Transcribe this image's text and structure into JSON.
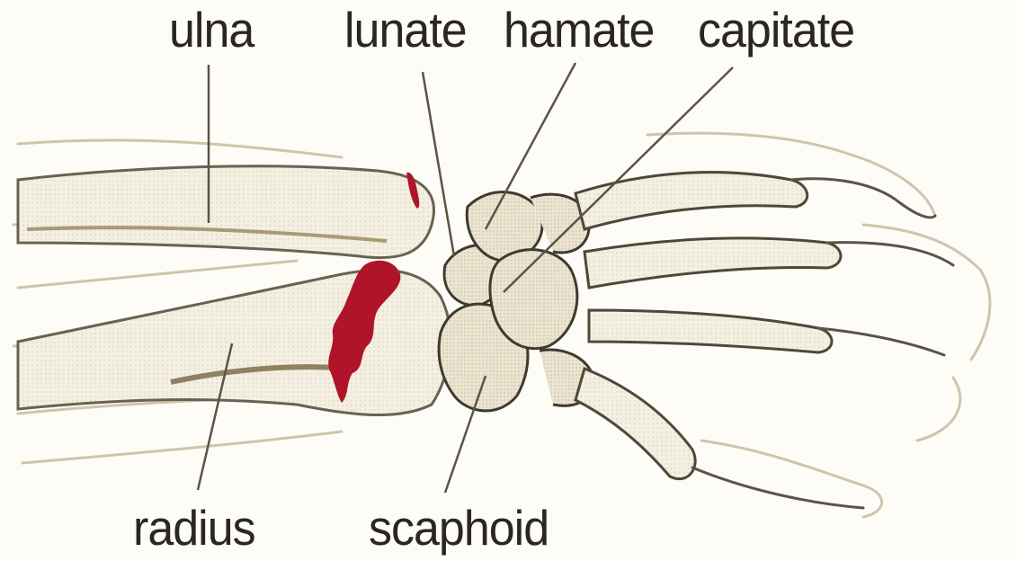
{
  "diagram": {
    "labels": {
      "ulna": "ulna",
      "lunate": "lunate",
      "hamate": "hamate",
      "capitate": "capitate",
      "radius": "radius",
      "scaphoid": "scaphoid"
    },
    "colors": {
      "background": "#fdfcf7",
      "bone_fill": "#e9e2cf",
      "bone_shade": "#cdbf9c",
      "outline": "#4a4437",
      "fracture": "#b0142b",
      "leader_line": "#5a5446"
    }
  }
}
